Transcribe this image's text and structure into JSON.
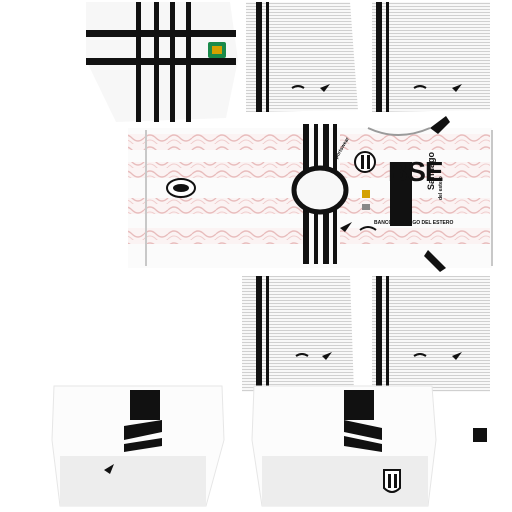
{
  "colors": {
    "base": "#f8f8f8",
    "shade": "#eaeaea",
    "stripe": "#111111",
    "pattern": "#f2dede",
    "pinstripe": "#c8c8c8",
    "flag_bg": "#1a8a4a",
    "flag_mark": "#d4a000"
  },
  "icons": {
    "brand_mark": "swoosh-logo-icon",
    "club_crest": "club-crest-icon",
    "league_badge": "league-badge-icon"
  },
  "sponsor": {
    "brand_big": "BSE",
    "brand_sub": "BANCO SANTIAGO DEL ESTERO",
    "city": "Santiago",
    "city_sub": "del estero"
  },
  "sleeve_brand": "Sportswear"
}
